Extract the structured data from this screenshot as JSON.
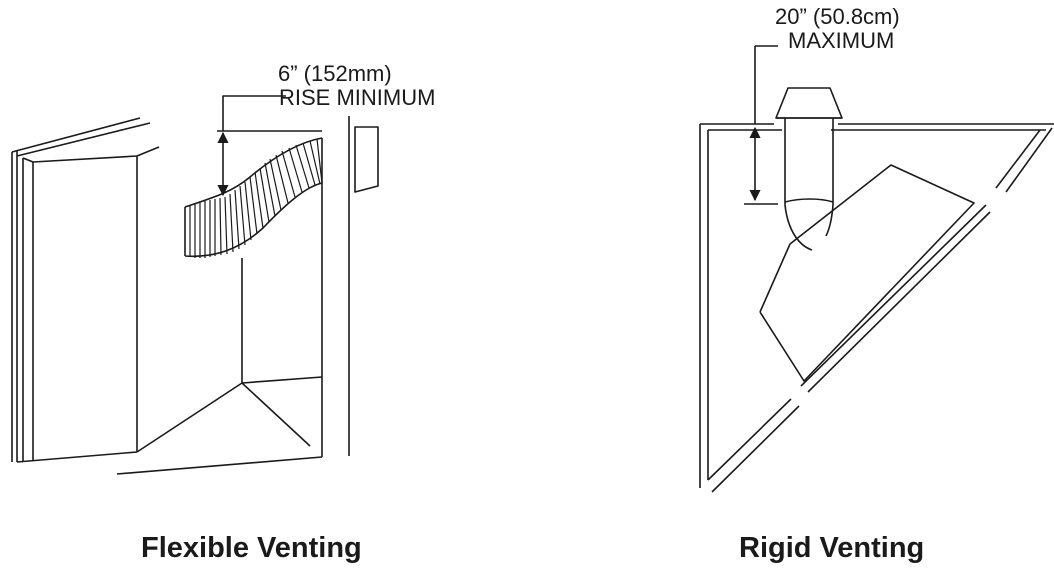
{
  "flexible": {
    "dimension_line1": "6” (152mm)",
    "dimension_line2": "RISE MINIMUM",
    "caption": "Flexible Venting"
  },
  "rigid": {
    "dimension_line1": "20” (50.8cm)",
    "dimension_line2": "MAXIMUM",
    "caption": "Rigid Venting"
  },
  "colors": {
    "line": "#1a1a1a",
    "background": "#ffffff"
  }
}
